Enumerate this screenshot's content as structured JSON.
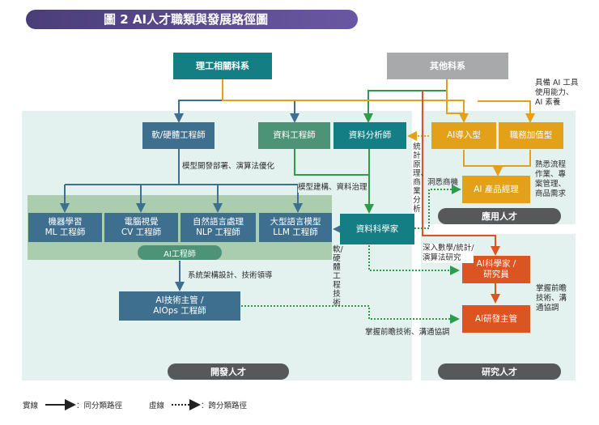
{
  "title": "圖 2  AI人才職類與發展路徑圖",
  "nodes": {
    "stem": "理工相關科系",
    "other": "其他科系",
    "sw_hw": "軟/硬體工程師",
    "data_eng": "資料工程師",
    "data_analyst": "資料分析師",
    "ai_adopt": "AI導入型",
    "job_value": "職務加值型",
    "ml": "機器學習\nML 工程師",
    "cv": "電腦視覺\nCV 工程師",
    "nlp": "自然語言處理\nNLP 工程師",
    "llm": "大型語言模型\nLLM 工程師",
    "data_sci": "資料科學家",
    "ai_pm": "AI 產品經理",
    "ai_lead": "AI技術主管 /\nAIOps 工程師",
    "ai_sci": "AI科學家 /\n研究員",
    "ai_rd": "AI研發主管"
  },
  "pills": {
    "ai_engineer": "AI工程師",
    "dev": "開發人才",
    "app": "應用人才",
    "research": "研究人才"
  },
  "labels": {
    "deploy": "模型開發部署、演算法優化",
    "modeling": "模型建構、資料治理",
    "arch": "系統架構設計、技術領導",
    "frontier1": "掌握前瞻技術、溝通協調",
    "math": "深入數學/統計/\n演算法研究",
    "insight": "洞悉商機",
    "ai_tools": "具備 AI 工具\n使用能力、\nAI 素養",
    "domain": "熟悉流程\n作業、專\n案管理、\n商品需求",
    "frontier2": "掌握前瞻\n技術、溝\n通協調",
    "stats_biz": "統計原理、商業分析",
    "sw_hw_tech": "軟/硬體工程技術"
  },
  "legend": {
    "solid": "實線",
    "solid_desc": "：同分類路徑",
    "dashed": "虛線",
    "dashed_desc": "：跨分類路徑"
  },
  "colors": {
    "blue_line": "#3f6f8e",
    "green_line": "#2f9a4a",
    "gold_line": "#e3a019",
    "orange_line": "#dd5423",
    "panel": "#e3f1ef"
  }
}
